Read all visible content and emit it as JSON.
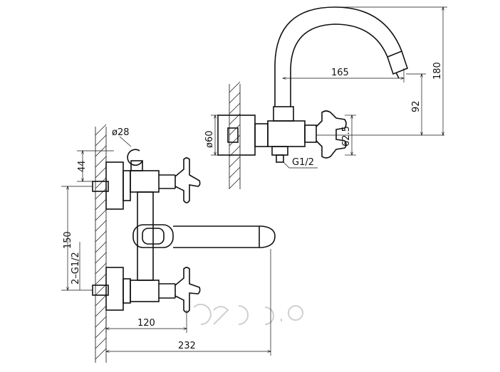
{
  "dimensions": {
    "d28": "ø28",
    "d44": "44",
    "d150": "150",
    "d2g12": "2–G1/2",
    "d120": "120",
    "d232": "232",
    "d60": "ø60",
    "g12": "G1/2",
    "d62_5": "62.5",
    "d165": "165",
    "d92": "92",
    "d180": "180"
  }
}
